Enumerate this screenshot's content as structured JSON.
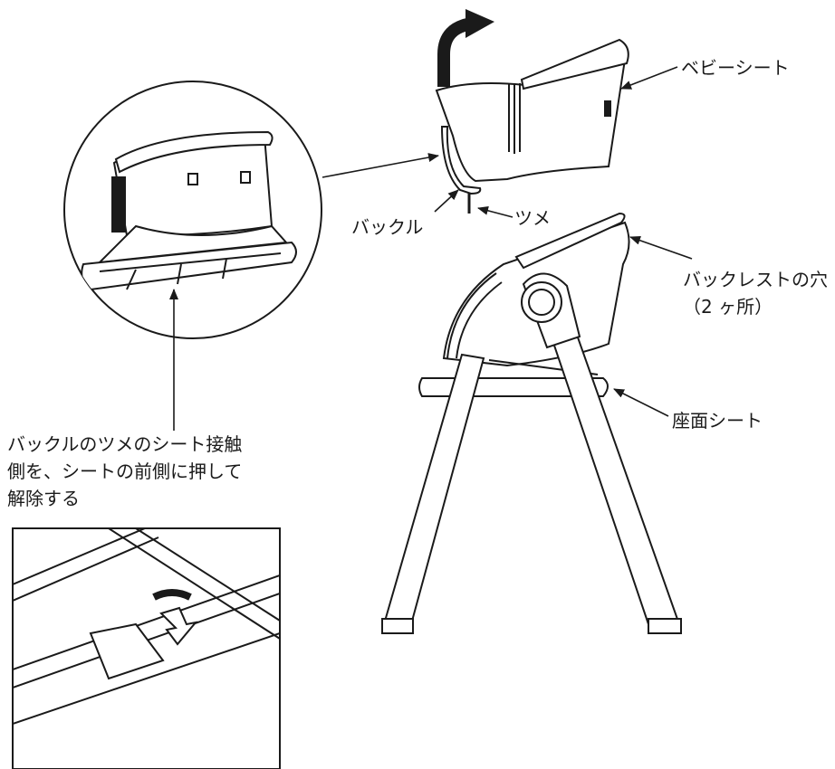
{
  "labels": {
    "baby_seat": "ベビーシート",
    "buckle": "バックル",
    "claw": "ツメ",
    "backrest_hole_line1": "バックレストの穴",
    "backrest_hole_line2": "（2 ヶ所）",
    "seat_surface": "座面シート"
  },
  "instruction": {
    "line1": "バックルのツメのシート接触",
    "line2": "側を、シートの前側に押して",
    "line3": "解除する"
  }
}
